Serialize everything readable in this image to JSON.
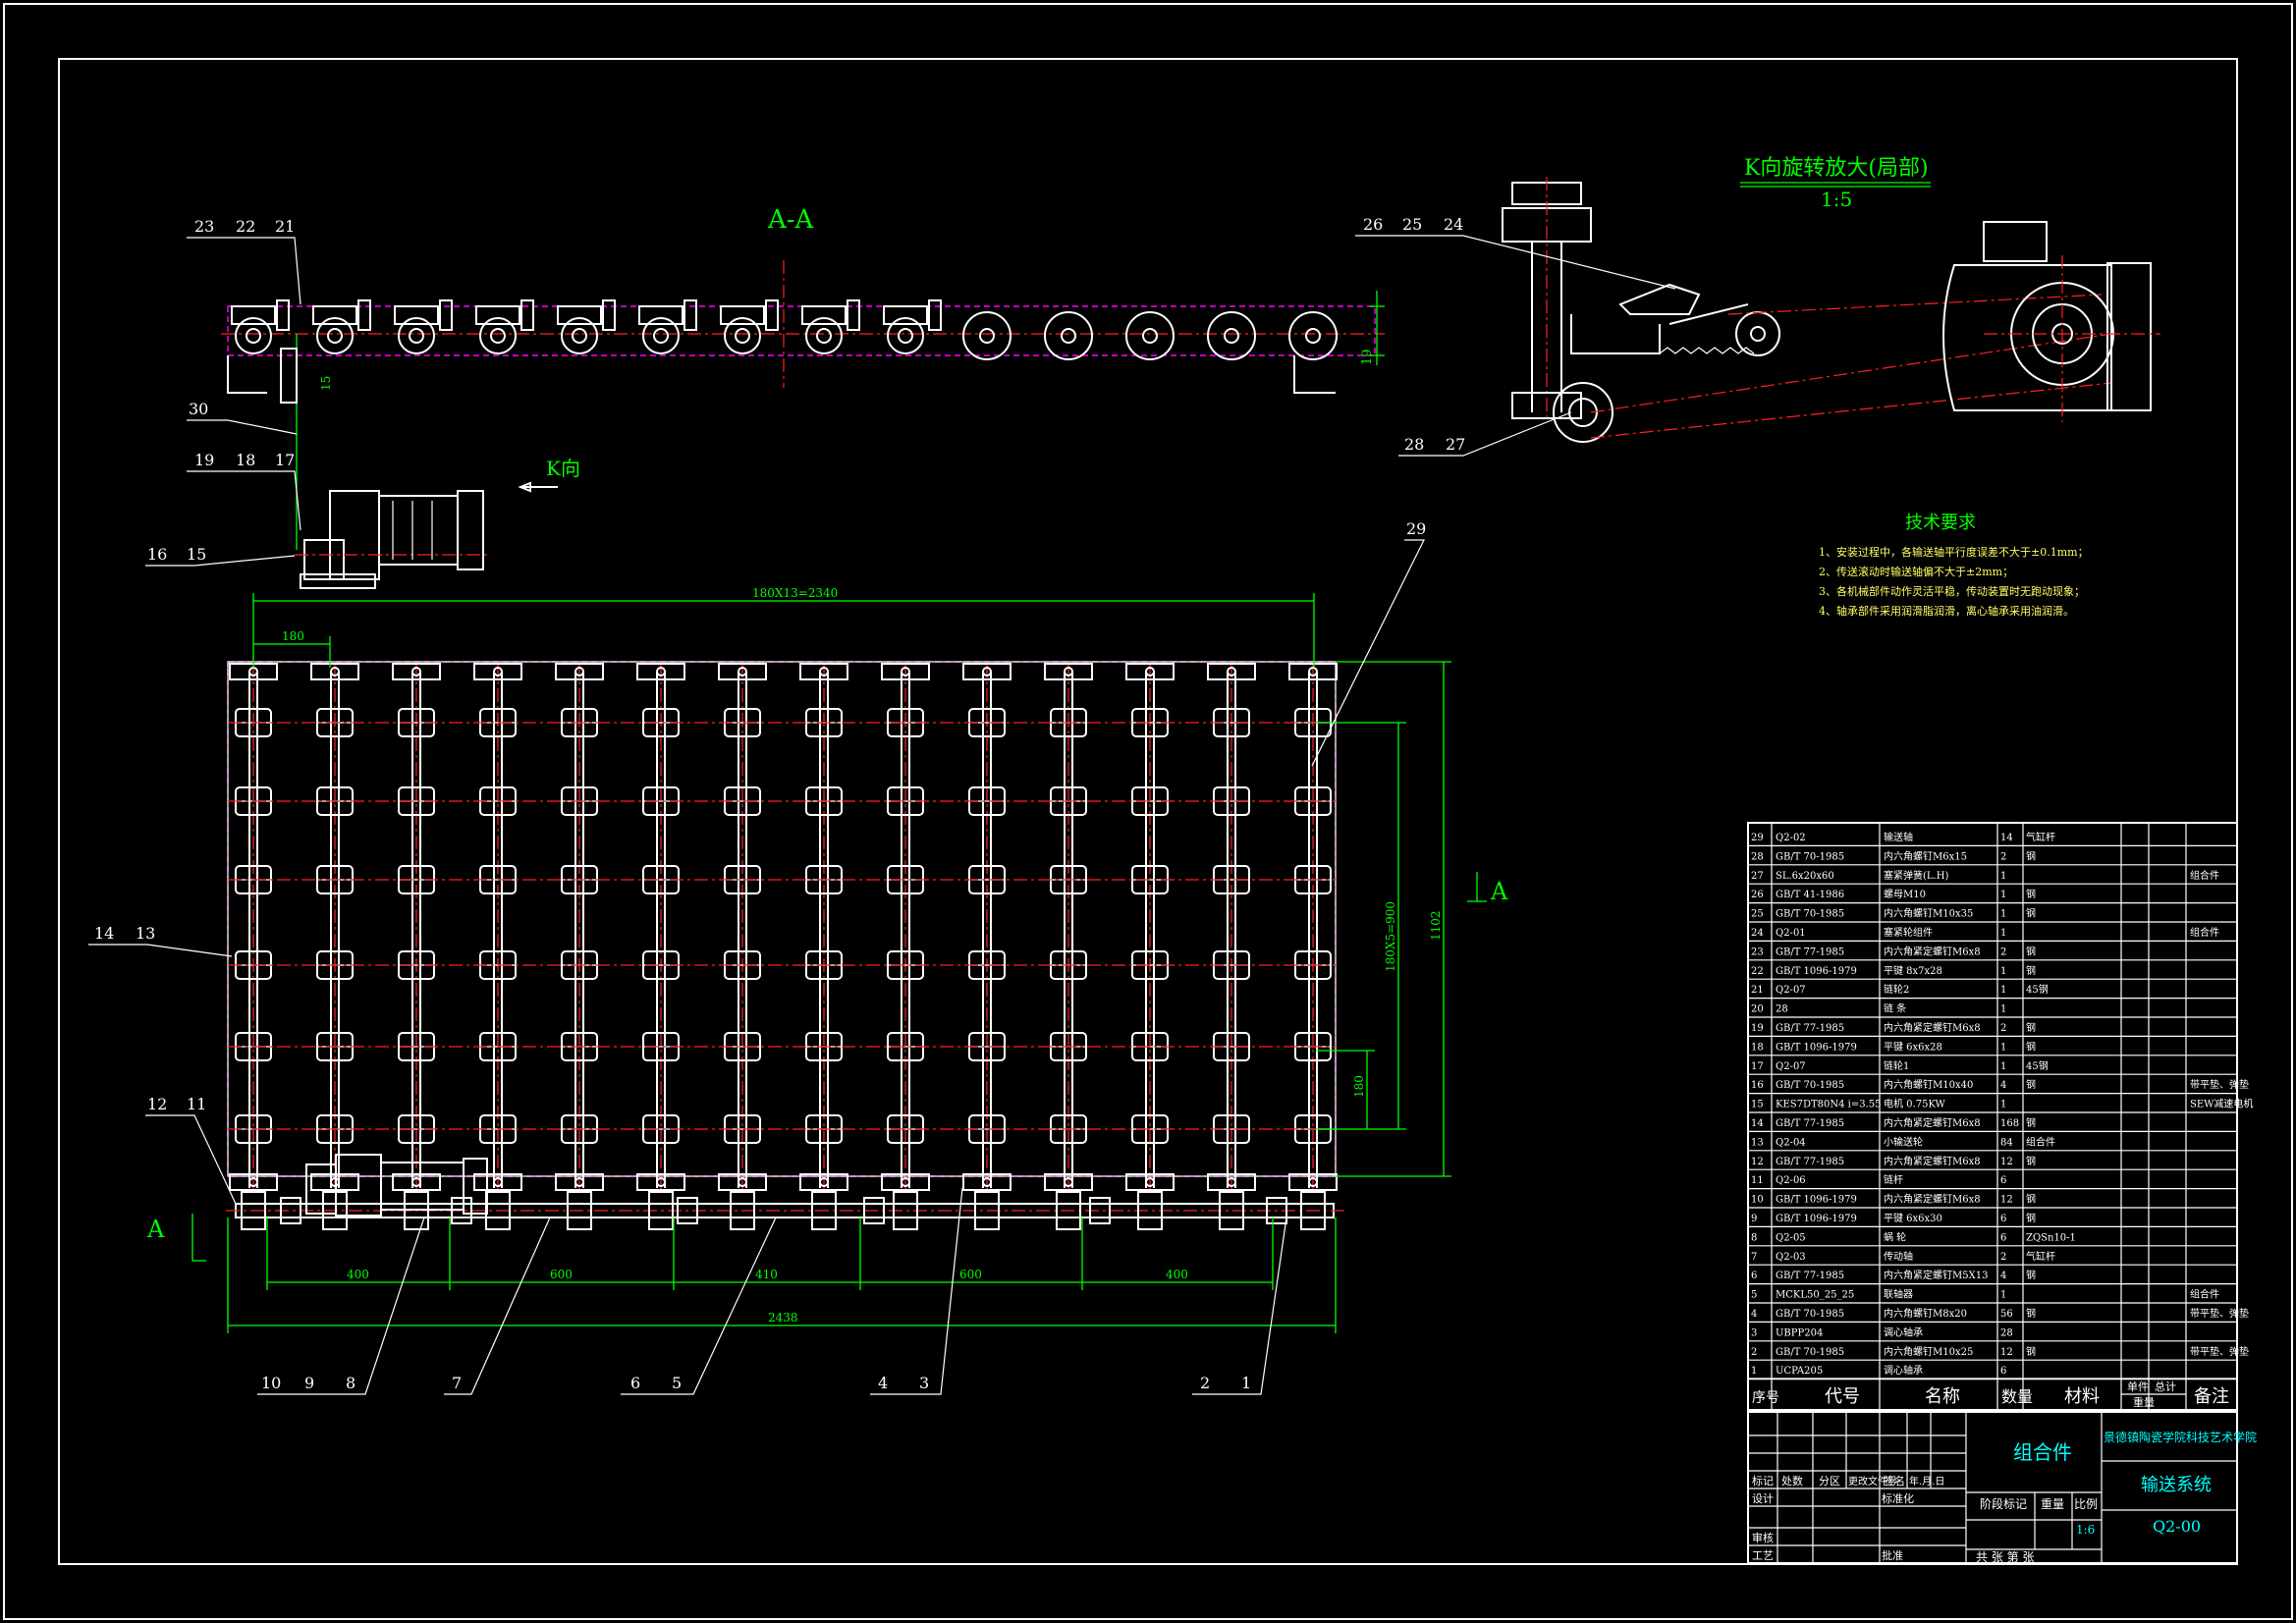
{
  "colors": {
    "background": "#000000",
    "outline": "#ffffff",
    "dimension": "#00ff00",
    "hidden": "#ff00ff",
    "center": "#ff2020",
    "note": "#ffff66",
    "title": "#00ffff"
  },
  "section_label": "A-A",
  "view_arrow_label": "K向",
  "detail_view": {
    "title": "K向旋转放大(局部)",
    "scale": "1:5"
  },
  "tech": {
    "title": "技术要求",
    "notes": [
      "1、安装过程中，各输送轴平行度误差不大于±0.1mm；",
      "2、传送滚动时输送轴偏不大于±2mm；",
      "3、各机械部件动作灵活平稳，传动装置时无跑动现象；",
      "4、轴承部件采用润滑脂润滑，离心轴承采用油润滑。"
    ]
  },
  "section_marks": {
    "left": "A",
    "right": "A"
  },
  "dims": {
    "pitch_total": "180X13=2340",
    "pitch": "180",
    "overall_length": "2438",
    "width_outer": "1102",
    "width_inner": "180X5=900",
    "end_pitch": "180",
    "height": "19",
    "offset": "15",
    "bottom": [
      "400",
      "600",
      "410",
      "600",
      "400"
    ]
  },
  "balloons_top": [
    "23",
    "22",
    "21",
    "30",
    "19",
    "18",
    "17",
    "16",
    "15",
    "26",
    "25",
    "24",
    "28",
    "27",
    "29",
    "14",
    "13",
    "12",
    "11"
  ],
  "balloons_bottom": [
    "10",
    "9",
    "8",
    "7",
    "6",
    "5",
    "4",
    "3",
    "2",
    "1"
  ],
  "bom": {
    "rows": [
      {
        "no": "29",
        "code": "Q2-02",
        "name": "输送轴",
        "qty": "14",
        "mat": "气缸杆",
        "note": ""
      },
      {
        "no": "28",
        "code": "GB/T 70-1985",
        "name": "内六角螺钉M6x15",
        "qty": "2",
        "mat": "钢",
        "note": ""
      },
      {
        "no": "27",
        "code": "SL.6x20x60",
        "name": "塞紧弹簧(L.H)",
        "qty": "1",
        "mat": "",
        "note": "组合件"
      },
      {
        "no": "26",
        "code": "GB/T 41-1986",
        "name": "螺母M10",
        "qty": "1",
        "mat": "钢",
        "note": ""
      },
      {
        "no": "25",
        "code": "GB/T 70-1985",
        "name": "内六角螺钉M10x35",
        "qty": "1",
        "mat": "钢",
        "note": ""
      },
      {
        "no": "24",
        "code": "Q2-01",
        "name": "塞紧轮组件",
        "qty": "1",
        "mat": "",
        "note": "组合件"
      },
      {
        "no": "23",
        "code": "GB/T 77-1985",
        "name": "内六角紧定螺钉M6x8",
        "qty": "2",
        "mat": "钢",
        "note": ""
      },
      {
        "no": "22",
        "code": "GB/T 1096-1979",
        "name": "平键 8x7x28",
        "qty": "1",
        "mat": "钢",
        "note": ""
      },
      {
        "no": "21",
        "code": "Q2-07",
        "name": "链轮2",
        "qty": "1",
        "mat": "45钢",
        "note": ""
      },
      {
        "no": "20",
        "code": "28",
        "name": "链 条",
        "qty": "1",
        "mat": "",
        "note": ""
      },
      {
        "no": "19",
        "code": "GB/T 77-1985",
        "name": "内六角紧定螺钉M6x8",
        "qty": "2",
        "mat": "钢",
        "note": ""
      },
      {
        "no": "18",
        "code": "GB/T 1096-1979",
        "name": "平键 6x6x28",
        "qty": "1",
        "mat": "钢",
        "note": ""
      },
      {
        "no": "17",
        "code": "Q2-07",
        "name": "链轮1",
        "qty": "1",
        "mat": "45钢",
        "note": ""
      },
      {
        "no": "16",
        "code": "GB/T 70-1985",
        "name": "内六角螺钉M10x40",
        "qty": "4",
        "mat": "钢",
        "note": "带平垫、弹垫"
      },
      {
        "no": "15",
        "code": "KES7DT80N4 i=3.55",
        "name": "电机 0.75KW",
        "qty": "1",
        "mat": "",
        "note": "SEW减速电机"
      },
      {
        "no": "14",
        "code": "GB/T 77-1985",
        "name": "内六角紧定螺钉M6x8",
        "qty": "168",
        "mat": "钢",
        "note": ""
      },
      {
        "no": "13",
        "code": "Q2-04",
        "name": "小输送轮",
        "qty": "84",
        "mat": "组合件",
        "note": ""
      },
      {
        "no": "12",
        "code": "GB/T 77-1985",
        "name": "内六角紧定螺钉M6x8",
        "qty": "12",
        "mat": "钢",
        "note": ""
      },
      {
        "no": "11",
        "code": "Q2-06",
        "name": "链杆",
        "qty": "6",
        "mat": "",
        "note": ""
      },
      {
        "no": "10",
        "code": "GB/T 1096-1979",
        "name": "内六角紧定螺钉M6x8",
        "qty": "12",
        "mat": "钢",
        "note": ""
      },
      {
        "no": "9",
        "code": "GB/T 1096-1979",
        "name": "平键 6x6x30",
        "qty": "6",
        "mat": "钢",
        "note": ""
      },
      {
        "no": "8",
        "code": "Q2-05",
        "name": "蜗 轮",
        "qty": "6",
        "mat": "ZQSn10-1",
        "note": ""
      },
      {
        "no": "7",
        "code": "Q2-03",
        "name": "传动轴",
        "qty": "2",
        "mat": "气缸杆",
        "note": ""
      },
      {
        "no": "6",
        "code": "GB/T 77-1985",
        "name": "内六角紧定螺钉M5X13",
        "qty": "4",
        "mat": "钢",
        "note": ""
      },
      {
        "no": "5",
        "code": "MCKL50_25_25",
        "name": "联轴器",
        "qty": "1",
        "mat": "",
        "note": "组合件"
      },
      {
        "no": "4",
        "code": "GB/T 70-1985",
        "name": "内六角螺钉M8x20",
        "qty": "56",
        "mat": "钢",
        "note": "带平垫、弹垫"
      },
      {
        "no": "3",
        "code": "UBPP204",
        "name": "调心轴承",
        "qty": "28",
        "mat": "",
        "note": ""
      },
      {
        "no": "2",
        "code": "GB/T 70-1985",
        "name": "内六角螺钉M10x25",
        "qty": "12",
        "mat": "钢",
        "note": "带平垫、弹垫"
      },
      {
        "no": "1",
        "code": "UCPA205",
        "name": "调心轴承",
        "qty": "6",
        "mat": "",
        "note": ""
      }
    ],
    "header": {
      "no": "序号",
      "code": "代号",
      "name": "名称",
      "qty": "数量",
      "mat": "材料",
      "unit": "单件",
      "total": "总计",
      "weight": "重量",
      "note": "备注"
    }
  },
  "title_block": {
    "assembly": "组合件",
    "school": "景德镇陶瓷学院科技艺术学院",
    "product": "输送系统",
    "drawing_no": "Q2-00",
    "scale_label": "比例",
    "scale": "1:6",
    "mark_label": "阶段标记",
    "weight_label": "重量",
    "rev_labels": [
      "标记",
      "处数",
      "分区",
      "更改文件号",
      "签名",
      "年.月.日"
    ],
    "sign_labels": [
      "设计",
      "标准化",
      "审核",
      "工艺",
      "批准"
    ],
    "sheet": "共  张  第  张"
  }
}
